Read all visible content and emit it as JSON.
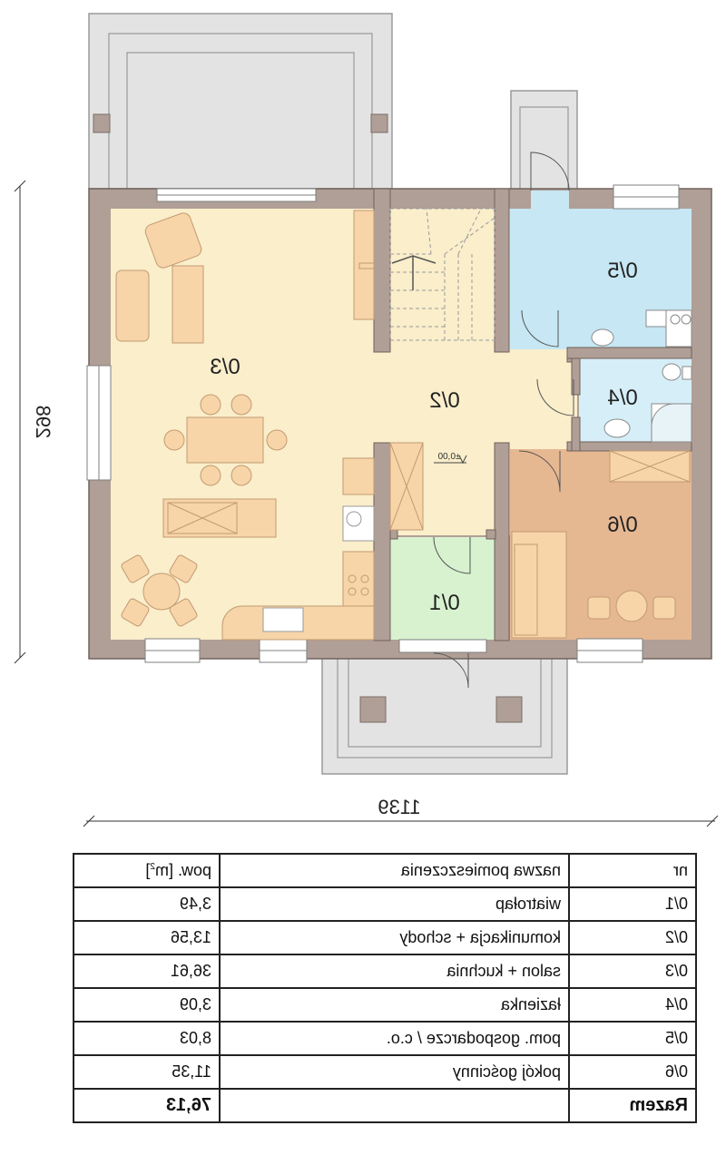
{
  "plan": {
    "rooms": [
      {
        "id": "0/1",
        "label": "0/1"
      },
      {
        "id": "0/2",
        "label": "0/2"
      },
      {
        "id": "0/3",
        "label": "0/3"
      },
      {
        "id": "0/4",
        "label": "0/4"
      },
      {
        "id": "0/5",
        "label": "0/5"
      },
      {
        "id": "0/6",
        "label": "0/6"
      }
    ],
    "level_mark": "±0,00",
    "dimension_width": "1139",
    "dimension_height": "298",
    "colors": {
      "living": "#faeecb",
      "utility": "#c6e7f3",
      "bath": "#d5eef7",
      "guest": "#e6b892",
      "vestibule": "#d8f2d0",
      "wall": "#b09f96",
      "terrace": "#e3e3e3",
      "furniture": "#f7d5a8"
    }
  },
  "table": {
    "headers": {
      "nr": "nr",
      "name": "nazwa pomieszczenia",
      "area_main": "pow. [m",
      "area_sup": "2",
      "area_end": "]"
    },
    "rows": [
      {
        "nr": "0/1",
        "name": "wiatrołap",
        "area": "3,49"
      },
      {
        "nr": "0/2",
        "name": "komunikacja + schody",
        "area": "13,56"
      },
      {
        "nr": "0/3",
        "name": "salon + kuchnia",
        "area": "36,61"
      },
      {
        "nr": "0/4",
        "name": "łazienka",
        "area": "3,09"
      },
      {
        "nr": "0/5",
        "name": "pom. gospodarcze / c.o.",
        "area": "8,03"
      },
      {
        "nr": "0/6",
        "name": "pokój gościnny",
        "area": "11,35"
      }
    ],
    "total": {
      "label": "Razem",
      "area": "76,13"
    }
  }
}
